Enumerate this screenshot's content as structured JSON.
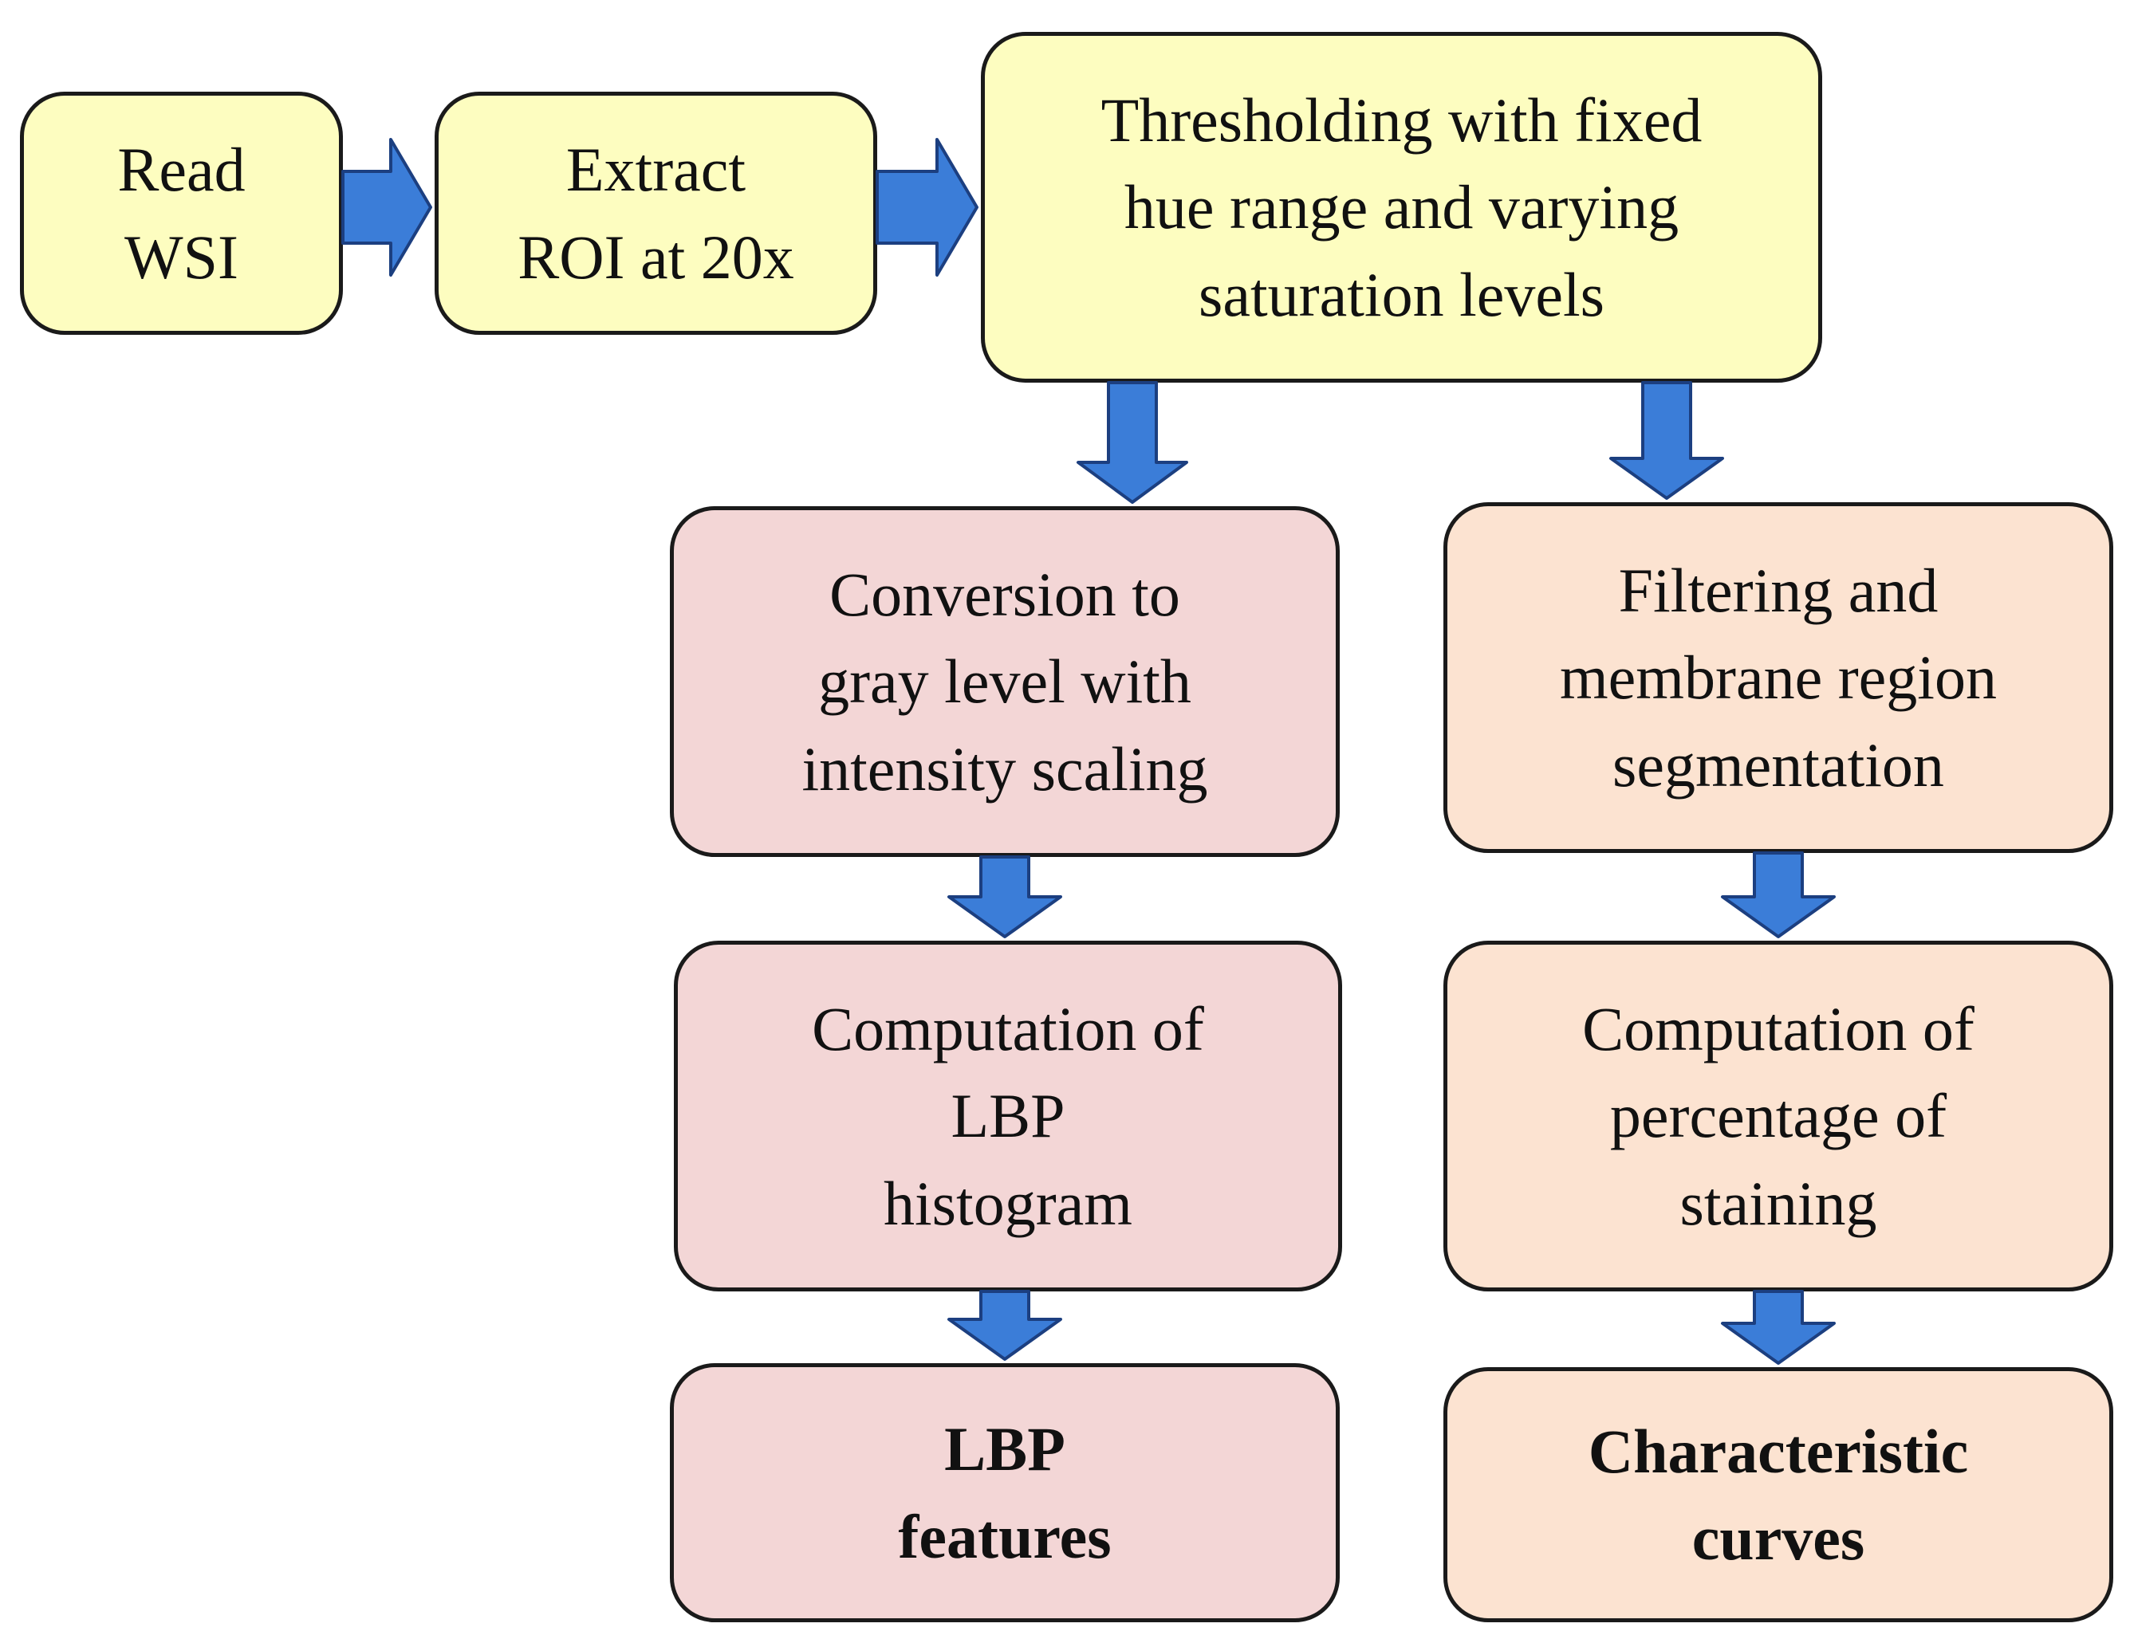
{
  "colors": {
    "input_step_fill": "#fdfdc0",
    "lbp_branch_fill": "#f3d6d6",
    "staining_branch_fill": "#fce3d1",
    "arrow_fill": "#3b7dd8",
    "arrow_outline": "#1c3f80",
    "box_outline": "#1a1a1a"
  },
  "steps": {
    "read_wsi": "Read\nWSI",
    "extract_roi": "Extract\nROI at 20x",
    "thresholding": "Thresholding with fixed\nhue range and varying\nsaturation levels"
  },
  "lbp_branch": {
    "gray_conversion": "Conversion to\ngray level with\nintensity scaling",
    "lbp_histogram": "Computation of\nLBP\nhistogram",
    "lbp_features": "LBP\nfeatures"
  },
  "staining_branch": {
    "membrane_segmentation": "Filtering and\nmembrane region\nsegmentation",
    "staining_percentage": "Computation of\npercentage of\nstaining",
    "characteristic_curves": "Characteristic\ncurves"
  }
}
